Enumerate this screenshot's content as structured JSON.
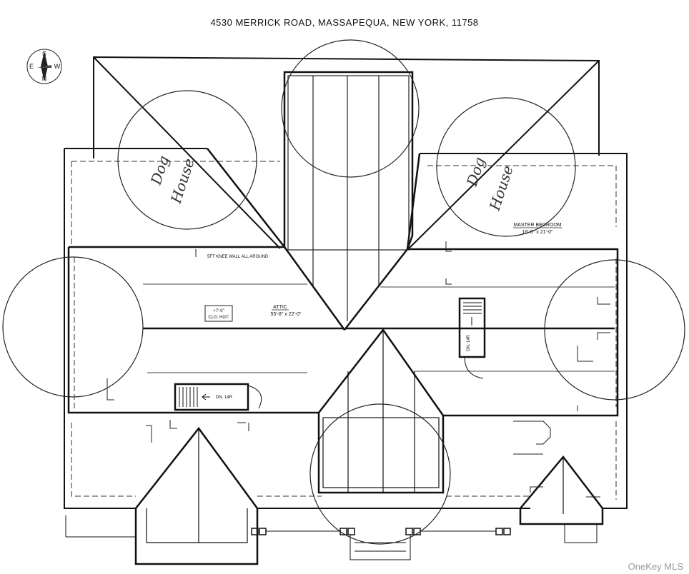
{
  "plan": {
    "address": "4530 MERRICK ROAD, MASSAPEQUA, NEW YORK, 11758",
    "compass": {
      "s": "S",
      "e": "E",
      "w": "W",
      "n": "N"
    },
    "labels": {
      "knee_wall": "5FT KNEE WALL ALL AROUND",
      "ceiling_height_1": "+7'-0\"",
      "ceiling_height_2": "CLG. HGT.",
      "attic_title": "ATTIC",
      "attic_dims": "55'-8\" x 22'-0\"",
      "master_title": "MASTER BEDROOM",
      "master_dims": "16'-0\" x 21'-0\"",
      "stair_left": "DN. 14R",
      "stair_right": "DN. 14R"
    },
    "handwriting": {
      "left_1": "Dog",
      "left_2": "House",
      "right_1": "Dog",
      "right_2": "House"
    },
    "watermark": "OneKey MLS"
  }
}
